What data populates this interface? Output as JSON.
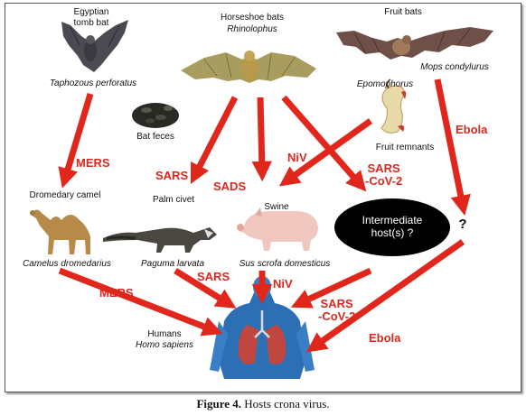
{
  "hosts": {
    "egyptian_bat": {
      "name": "Egyptian\ntomb bat",
      "latin": "Taphozous perforatus"
    },
    "horseshoe_bats": {
      "name": "Horseshoe bats",
      "latin": "Rhinolophus"
    },
    "fruit_bats": {
      "name": "Fruit bats",
      "latin_1": "Mops condylurus",
      "latin_2": "Epomophorus"
    },
    "bat_feces": {
      "name": "Bat feces"
    },
    "fruit_remnants": {
      "name": "Fruit remnants"
    },
    "camel": {
      "name": "Dromedary camel",
      "latin": "Camelus dromedarius"
    },
    "civet": {
      "name": "Palm civet",
      "latin": "Paguma larvata"
    },
    "swine": {
      "name": "Swine",
      "latin": "Sus scrofa domesticus"
    },
    "intermediate": {
      "name": "Intermediate\nhost(s) ?"
    },
    "unknown": {
      "name": "?"
    },
    "humans": {
      "name": "Humans",
      "latin": "Homo sapiens"
    }
  },
  "viruses": {
    "mers_1": "MERS",
    "sars_1": "SARS",
    "sads": "SADS",
    "niv_1": "NiV",
    "sars_cov2_1": "SARS\n-CoV-2",
    "ebola_1": "Ebola",
    "mers_2": "MERS",
    "sars_2": "SARS",
    "niv_2": "NiV",
    "sars_cov2_2": "SARS\n-CoV-2",
    "ebola_2": "Ebola"
  },
  "caption": {
    "prefix": "Figure 4.",
    "text": " Hosts crona virus."
  },
  "colors": {
    "arrow": "#e1261c",
    "label": "#d9281f",
    "intermediate_fill": "#000000",
    "lungs": "#c0473f",
    "body": "#2d6fb5"
  }
}
